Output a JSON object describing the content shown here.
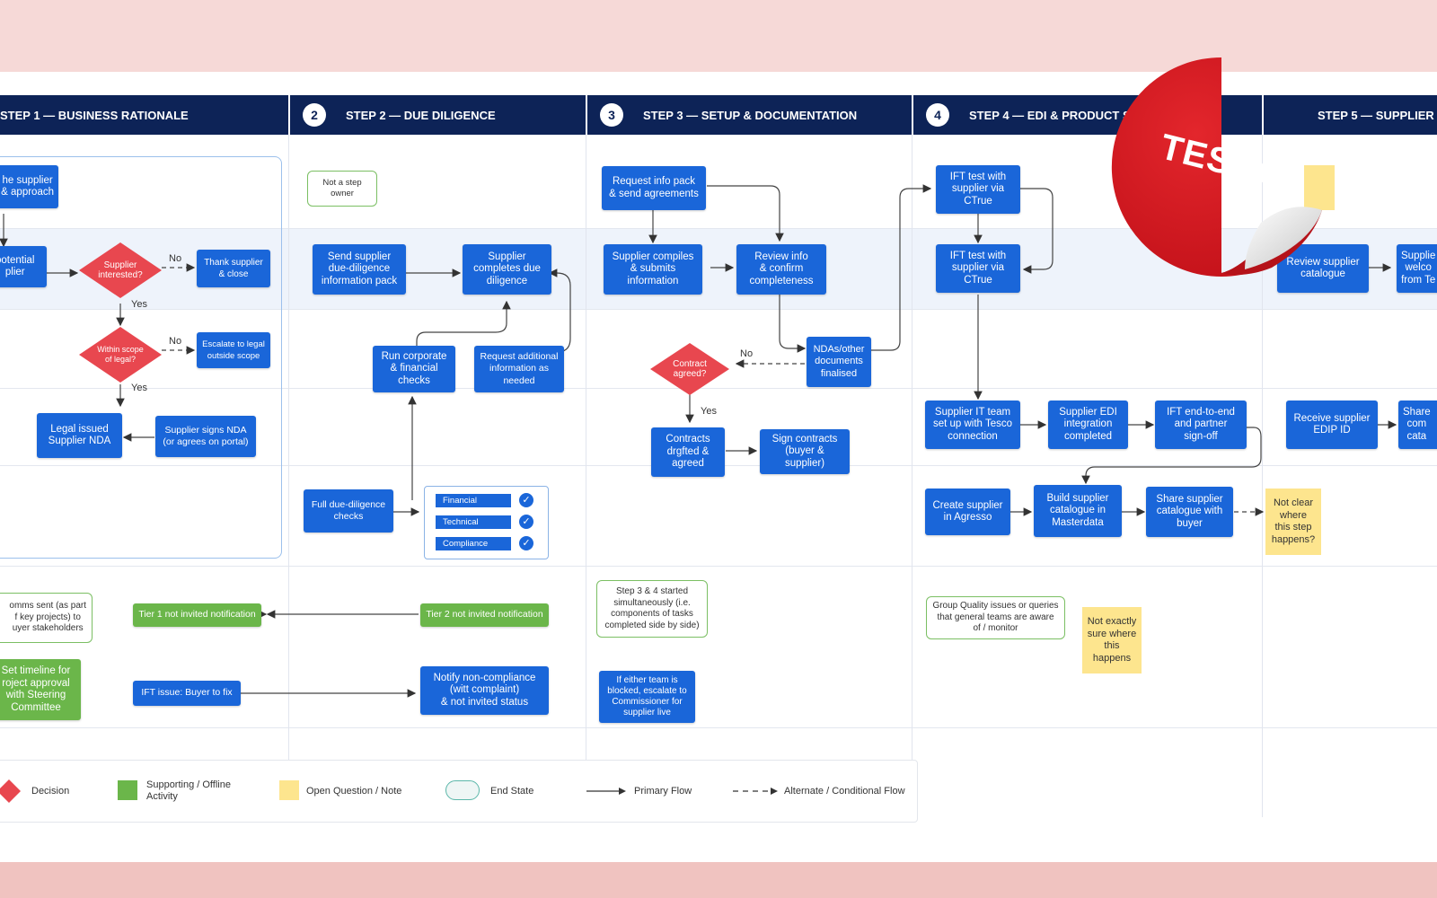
{
  "headers": [
    {
      "num": "",
      "label": "STEP 1 — BUSINESS RATIONALE"
    },
    {
      "num": "2",
      "label": "STEP 2 — DUE DILIGENCE"
    },
    {
      "num": "3",
      "label": "STEP 3 — SETUP & DOCUMENTATION"
    },
    {
      "num": "4",
      "label": "STEP 4 — EDI & PRODUCT S"
    },
    {
      "num": "",
      "label": "STEP 5 — SUPPLIER"
    }
  ],
  "step1": {
    "supplier_approach": "he supplier\n& approach",
    "potential_supplier": "potential\nplier",
    "supplier_interested": "Supplier\ninterested?",
    "thank_supplier": "Thank supplier\n& close",
    "within_scope": "Within scope\nof legal?",
    "escalate_legal": "Escalate to legal\noutside scope",
    "legal_nda": "Legal issued\nSupplier NDA",
    "supplier_signs_nda": "Supplier signs NDA\n(or agrees on portal)",
    "comms_sent": "omms sent (as part\nf key projects) to\nuyer stakeholders",
    "set_timeline": "Set timeline for\nroject approval\nwith Steering\nCommittee",
    "tier1": "Tier 1 not invited notification",
    "ift_issue": "IFT issue: Buyer to fix",
    "no": "No",
    "yes": "Yes"
  },
  "step2": {
    "not_step_owner": "Not a step\nowner",
    "send_pack": "Send supplier\ndue-diligence\ninformation pack",
    "supplier_completes": "Supplier\ncompletes due\ndiligence",
    "run_checks": "Run corporate\n& financial\nchecks",
    "request_info": "Request additional\ninformation as\nneeded",
    "full_checks": "Full due-diligence\nchecks",
    "check_items": [
      "Financial",
      "Technical",
      "Compliance"
    ],
    "tier2": "Tier 2 not invited notification",
    "notify_noncompliance": "Notify non-compliance\n(witt complaint)\n& not invited status"
  },
  "step3": {
    "request_pack": "Request info pack\n& send agreements",
    "supplier_compiles": "Supplier compiles\n& submits\ninformation",
    "review_info": "Review info\n& confirm\ncompleteness",
    "ndas_finalised": "NDAs/other\ndocuments\nfinalised",
    "contract_agreed": "Contract\nagreed?",
    "contracts_drafted": "Contracts\ndrgfted &\nagreed",
    "sign_contracts": "Sign contracts\n(buyer & supplier)",
    "simultaneous_note": "Step 3 & 4 started\nsimultaneously (i.e.\ncomponents of tasks\ncompleted side by side)",
    "escalate_commissioner": "If either team is\nblocked, escalate to\nCommissioner for\nsupplier live",
    "no": "No",
    "yes": "Yes"
  },
  "step4": {
    "ift_test1": "IFT test with\nsupplier via\nCTrue",
    "ift_test2": "IFT test with\nsupplier via\nCTrue",
    "it_team": "Supplier IT team\nset up with Tesco\nconnection",
    "edi_integration": "Supplier EDI\nintegration\ncompleted",
    "ift_end": "IFT end-to-end\nand partner\nsign-off",
    "create_agresso": "Create supplier\nin Agresso",
    "build_catalogue": "Build supplier\ncatalogue in\nMasterdata",
    "share_catalogue": "Share supplier\ncatalogue with\nbuyer",
    "not_clear": "Not clear\nwhere\nthis step\nhappens?",
    "group_quality": "Group Quality issues or queries\nthat general teams are aware\nof / monitor",
    "not_exactly": "Not exactly\nsure where\nthis\nhappens"
  },
  "step5": {
    "review_catalogue": "Review supplier\ncatalogue",
    "supplier_welcome": "Supplie\nwelco\nfrom Te",
    "receive_edip": "Receive supplier\nEDIP ID",
    "share_cat": "Share\ncom\ncata"
  },
  "legend": {
    "decision": "Decision",
    "supporting": "Supporting / Offline\nActivity",
    "open_question": "Open Question / Note",
    "end_state": "End State",
    "primary_flow": "Primary Flow",
    "alternate_flow": "Alternate / Conditional Flow"
  },
  "brand": {
    "logo_text": "TESCO"
  },
  "colors": {
    "header": "#0d2357",
    "task": "#1a66d9",
    "decision": "#e8474f",
    "support": "#6bb64a",
    "note": "#fde58e",
    "sticker": "#d3161d"
  }
}
